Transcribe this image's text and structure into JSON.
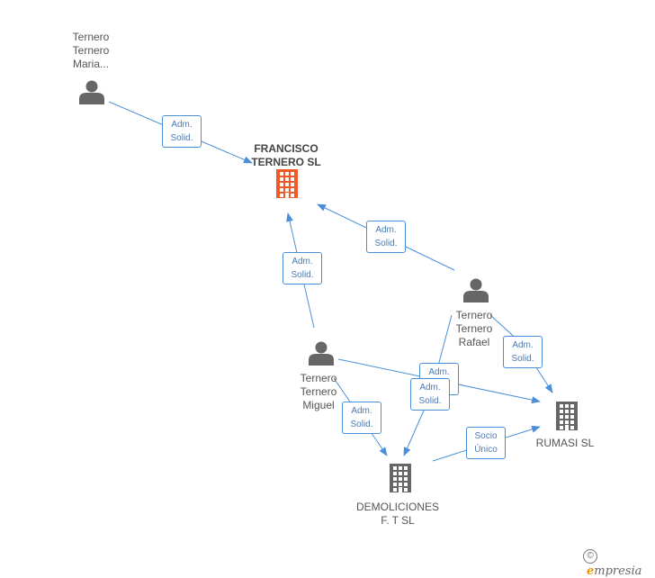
{
  "nodes": {
    "francisco_ternero_sl": {
      "lines": [
        "FRANCISCO",
        "TERNERO SL"
      ],
      "kind": "company",
      "color": "#f05a28"
    },
    "ternero_maria": {
      "lines": [
        "Ternero",
        "Ternero",
        "Maria..."
      ],
      "kind": "person",
      "color": "#666666"
    },
    "ternero_rafael": {
      "lines": [
        "Ternero",
        "Ternero",
        "Rafael"
      ],
      "kind": "person",
      "color": "#666666"
    },
    "ternero_miguel": {
      "lines": [
        "Ternero",
        "Ternero",
        "Miguel"
      ],
      "kind": "person",
      "color": "#666666"
    },
    "rumasi_sl": {
      "lines": [
        "RUMASI SL"
      ],
      "kind": "company",
      "color": "#666666"
    },
    "demoliciones": {
      "lines": [
        "DEMOLICIONES",
        "F. T SL"
      ],
      "kind": "company",
      "color": "#666666"
    }
  },
  "edges": [
    {
      "from": "ternero_maria",
      "to": "francisco_ternero_sl",
      "label": [
        "Adm.",
        "Solid."
      ]
    },
    {
      "from": "ternero_rafael",
      "to": "francisco_ternero_sl",
      "label": [
        "Adm.",
        "Solid."
      ]
    },
    {
      "from": "ternero_miguel",
      "to": "francisco_ternero_sl",
      "label": [
        "Adm.",
        "Solid."
      ]
    },
    {
      "from": "ternero_rafael",
      "to": "rumasi_sl",
      "label": [
        "Adm.",
        "Solid."
      ]
    },
    {
      "from": "ternero_miguel",
      "to": "rumasi_sl",
      "label": [
        "Adm.",
        "Solid."
      ]
    },
    {
      "from": "ternero_rafael",
      "to": "demoliciones",
      "label": [
        "Adm.",
        "Solid."
      ]
    },
    {
      "from": "ternero_miguel",
      "to": "demoliciones",
      "label": [
        "Adm.",
        "Solid."
      ]
    },
    {
      "from": "demoliciones",
      "to": "rumasi_sl",
      "label": [
        "Socio",
        "Único"
      ]
    }
  ],
  "colors": {
    "edge": "#4a90d9",
    "edge_label_text": "#4a7ab5"
  },
  "brand": {
    "copyright": "©",
    "e": "e",
    "rest": "mpresia"
  }
}
